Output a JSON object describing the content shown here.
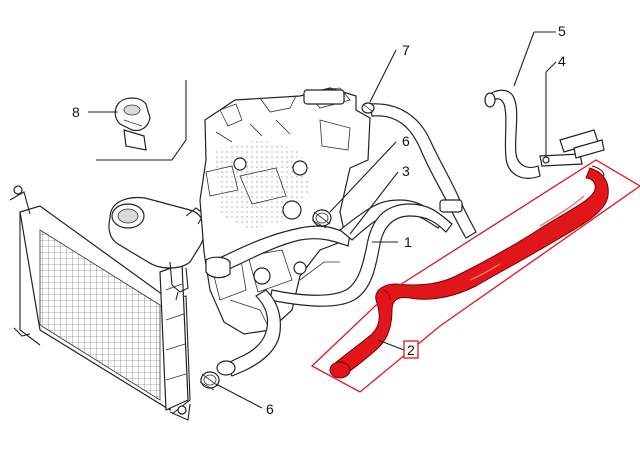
{
  "diagram": {
    "colors": {
      "highlight": "#e0161b",
      "line": "#222222",
      "background": "#ffffff"
    },
    "callouts": {
      "c1": "1",
      "c2": "2",
      "c3": "3",
      "c4": "4",
      "c5": "5",
      "c6_upper": "6",
      "c6_lower": "6",
      "c7": "7",
      "c8": "8"
    },
    "highlighted_part": "2"
  }
}
